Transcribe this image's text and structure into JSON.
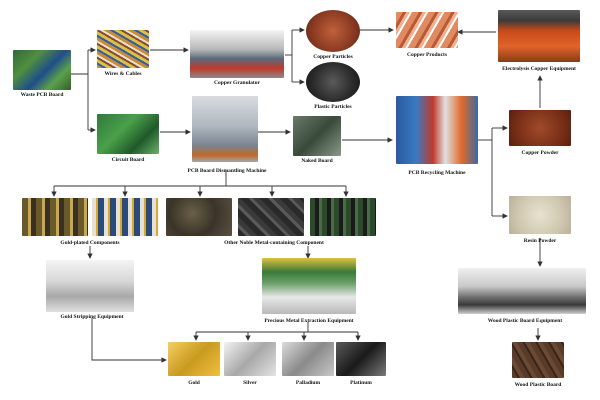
{
  "nodes": {
    "waste_pcb": "Waste PCB Board",
    "wires": "Wires & Cables",
    "copper_granulator": "Copper Granulator",
    "copper_particles": "Copper Particles",
    "plastic_particles": "Plastic Particles",
    "copper_products": "Copper Products",
    "electrolysis": "Electrolysis Copper Equipment",
    "circuit_board": "Circuit Board",
    "dismantling": "PCB Board Dismantling Machine",
    "naked_board": "Naked Board",
    "recycling_machine": "PCB Recycling Machine",
    "copper_powder": "Copper Powder",
    "resin_powder": "Resin Powder",
    "gold_plated": "Gold-plated Components",
    "noble_metal": "Other Noble Metal-containing Component",
    "gold_stripping": "Gold Stripping Equipment",
    "precious_extraction": "Precious Metal Extraction Equipment",
    "wpc_equipment": "Wood Plastic Board Equipment",
    "wpc_board": "Wood Plastic Board",
    "gold": "Gold",
    "silver": "Silver",
    "palladium": "Palladium",
    "platinum": "Platinum"
  }
}
